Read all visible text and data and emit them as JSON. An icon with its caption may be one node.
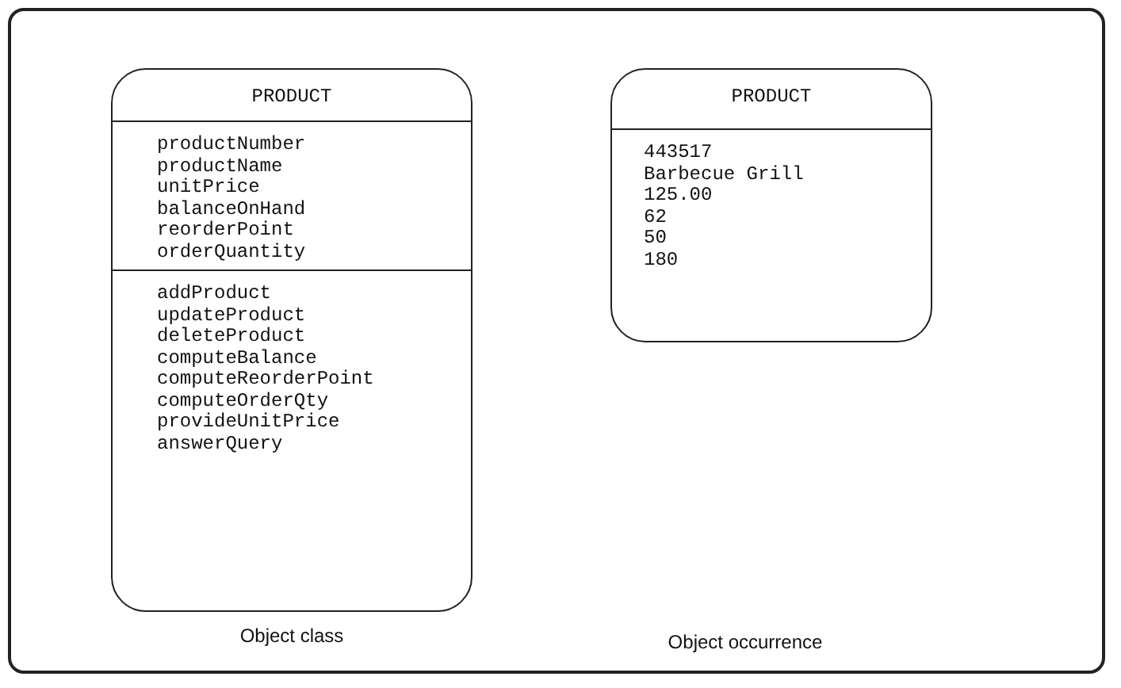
{
  "diagram": {
    "nodes": [
      {
        "text": [
          "PRODUCT"
        ]
      },
      {
        "text": [
          "productNumber",
          "productName",
          "unitPrice",
          "balanceOnHand",
          "reorderPoint",
          "orderQuantity"
        ],
        "in": 0
      },
      {
        "text": [
          "addProduct",
          "updateProduct",
          "deleteProduct",
          "computeBalance",
          "computeReorderPoint",
          "computeOrderQty",
          "provideUnitPrice",
          "answerQuery"
        ],
        "in": 0
      },
      {
        "text": [
          "PRODUCT"
        ]
      },
      {
        "text": [
          "443517",
          "Barbecue Grill",
          "125.00",
          "62",
          "50",
          "180"
        ],
        "in": 3
      }
    ],
    "labels": [
      "Object class",
      "Object occurrence"
    ]
  }
}
